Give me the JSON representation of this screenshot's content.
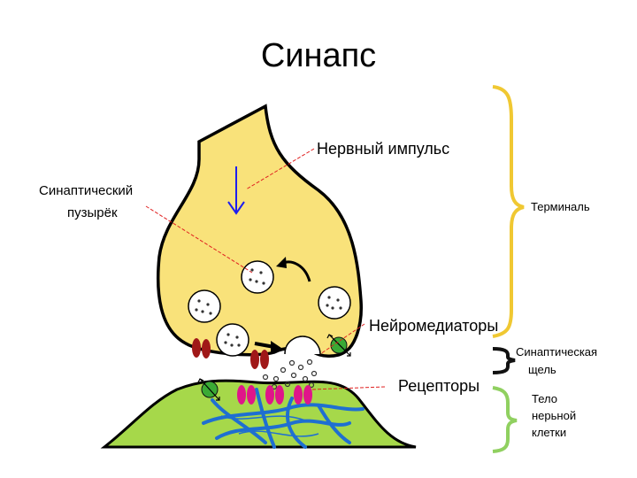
{
  "title": "Синапс",
  "labels": {
    "nerve_impulse": "Нервный импульс",
    "synaptic_vesicle_line1": "Синаптический",
    "synaptic_vesicle_line2": "пузырёк",
    "terminal": "Терминаль",
    "neurotransmitters": "Нейромедиаторы",
    "synaptic_cleft_line1": "Синаптическая",
    "synaptic_cleft_line2": "щель",
    "receptors": "Рецепторы",
    "cell_body_line1": "Тело",
    "cell_body_line2": "нерьной",
    "cell_body_line3": "клетки"
  },
  "colors": {
    "terminal_fill": "#f9e27a",
    "cell_fill": "#a6d84a",
    "fibers": "#1f6fd1",
    "impulse_arrow": "#1d1df0",
    "pointer_lines": "#e02020",
    "brace_terminal": "#f0c832",
    "brace_cleft": "#111111",
    "brace_cell": "#90d060",
    "presynaptic_receptor": "#a01818",
    "postsynaptic_receptor": "#e0158a",
    "transporter": "#3aaa35"
  }
}
